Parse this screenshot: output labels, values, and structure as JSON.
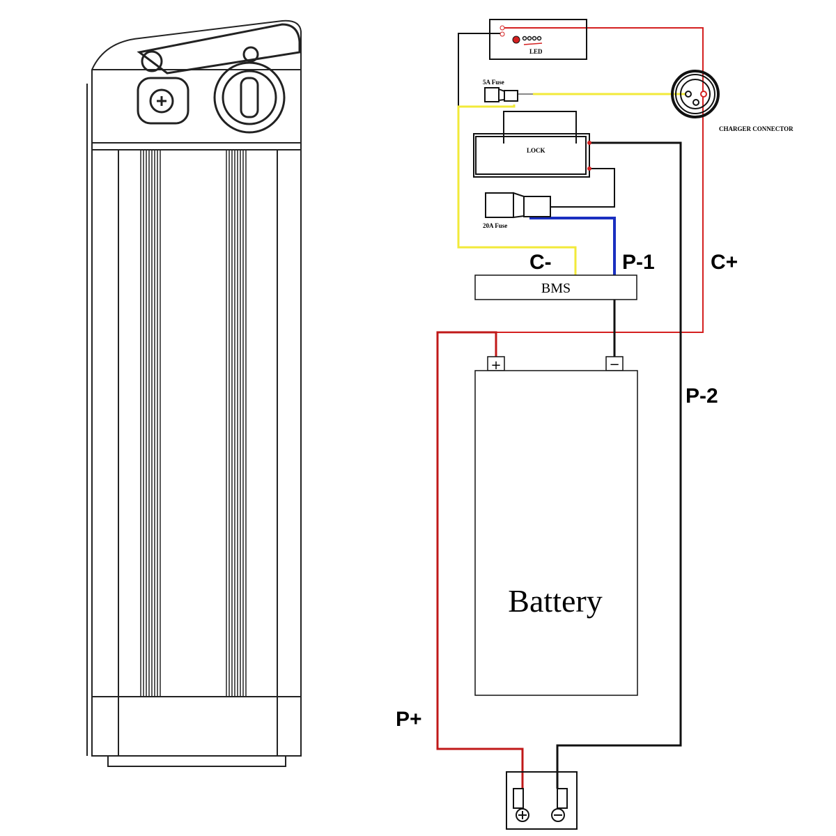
{
  "labels": {
    "led": "LED",
    "fuse_small": "5A Fuse",
    "lock": "LOCK",
    "fuse_large": "20A Fuse",
    "charger_connector": "CHARGER CONNECTOR",
    "bms": "BMS",
    "battery": "Battery",
    "c_minus": "C-",
    "p_1": "P-1",
    "c_plus": "C+",
    "p_2": "P-2",
    "p_plus": "P+",
    "plus_sign": "+",
    "minus_sign": "−"
  },
  "colors": {
    "red": "#d42020",
    "black": "#111111",
    "yellow": "#f2ea3a",
    "blue": "#1a2fc0"
  }
}
